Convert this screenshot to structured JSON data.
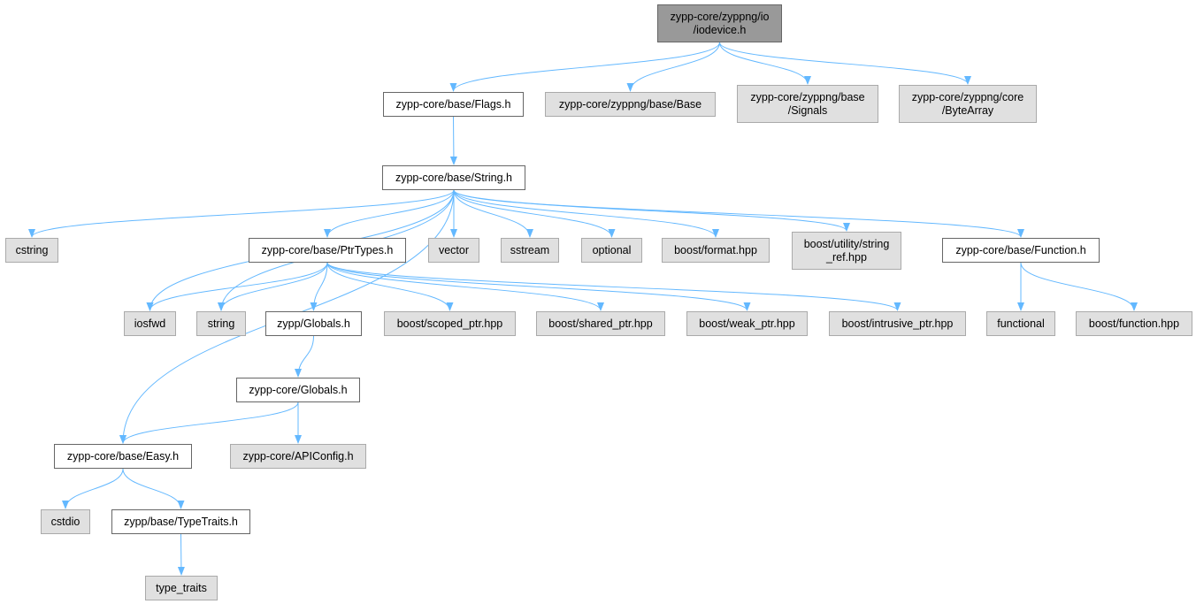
{
  "nodes": [
    {
      "id": "root",
      "label": "zypp-core/zyppng/io\n/iodevice.h",
      "kind": "root"
    },
    {
      "id": "flags",
      "label": "zypp-core/base/Flags.h",
      "kind": "local"
    },
    {
      "id": "base",
      "label": "zypp-core/zyppng/base/Base",
      "kind": "ext"
    },
    {
      "id": "signals",
      "label": "zypp-core/zyppng/base\n/Signals",
      "kind": "ext"
    },
    {
      "id": "bytearray",
      "label": "zypp-core/zyppng/core\n/ByteArray",
      "kind": "ext"
    },
    {
      "id": "string_h",
      "label": "zypp-core/base/String.h",
      "kind": "local"
    },
    {
      "id": "cstring",
      "label": "cstring",
      "kind": "ext"
    },
    {
      "id": "ptrtypes",
      "label": "zypp-core/base/PtrTypes.h",
      "kind": "local"
    },
    {
      "id": "vector",
      "label": "vector",
      "kind": "ext"
    },
    {
      "id": "sstream",
      "label": "sstream",
      "kind": "ext"
    },
    {
      "id": "optional",
      "label": "optional",
      "kind": "ext"
    },
    {
      "id": "boostformat",
      "label": "boost/format.hpp",
      "kind": "ext"
    },
    {
      "id": "stringref",
      "label": "boost/utility/string\n_ref.hpp",
      "kind": "ext"
    },
    {
      "id": "function_h",
      "label": "zypp-core/base/Function.h",
      "kind": "local"
    },
    {
      "id": "iosfwd",
      "label": "iosfwd",
      "kind": "ext"
    },
    {
      "id": "string",
      "label": "string",
      "kind": "ext"
    },
    {
      "id": "zyppglobals",
      "label": "zypp/Globals.h",
      "kind": "local"
    },
    {
      "id": "scopedptr",
      "label": "boost/scoped_ptr.hpp",
      "kind": "ext"
    },
    {
      "id": "sharedptr",
      "label": "boost/shared_ptr.hpp",
      "kind": "ext"
    },
    {
      "id": "weakptr",
      "label": "boost/weak_ptr.hpp",
      "kind": "ext"
    },
    {
      "id": "intrusiveptr",
      "label": "boost/intrusive_ptr.hpp",
      "kind": "ext"
    },
    {
      "id": "functional",
      "label": "functional",
      "kind": "ext"
    },
    {
      "id": "boostfunction",
      "label": "boost/function.hpp",
      "kind": "ext"
    },
    {
      "id": "coreglobals",
      "label": "zypp-core/Globals.h",
      "kind": "local"
    },
    {
      "id": "easy",
      "label": "zypp-core/base/Easy.h",
      "kind": "local"
    },
    {
      "id": "apiconfig",
      "label": "zypp-core/APIConfig.h",
      "kind": "ext"
    },
    {
      "id": "cstdio",
      "label": "cstdio",
      "kind": "ext"
    },
    {
      "id": "typetraits_h",
      "label": "zypp/base/TypeTraits.h",
      "kind": "local"
    },
    {
      "id": "type_traits",
      "label": "type_traits",
      "kind": "ext"
    }
  ],
  "edges": [
    [
      "root",
      "flags"
    ],
    [
      "root",
      "base"
    ],
    [
      "root",
      "signals"
    ],
    [
      "root",
      "bytearray"
    ],
    [
      "flags",
      "string_h"
    ],
    [
      "string_h",
      "cstring"
    ],
    [
      "string_h",
      "easy"
    ],
    [
      "string_h",
      "iosfwd"
    ],
    [
      "string_h",
      "string"
    ],
    [
      "string_h",
      "ptrtypes"
    ],
    [
      "string_h",
      "vector"
    ],
    [
      "string_h",
      "sstream"
    ],
    [
      "string_h",
      "optional"
    ],
    [
      "string_h",
      "boostformat"
    ],
    [
      "string_h",
      "stringref"
    ],
    [
      "string_h",
      "function_h"
    ],
    [
      "ptrtypes",
      "iosfwd"
    ],
    [
      "ptrtypes",
      "string"
    ],
    [
      "ptrtypes",
      "zyppglobals"
    ],
    [
      "ptrtypes",
      "scopedptr"
    ],
    [
      "ptrtypes",
      "sharedptr"
    ],
    [
      "ptrtypes",
      "weakptr"
    ],
    [
      "ptrtypes",
      "intrusiveptr"
    ],
    [
      "function_h",
      "functional"
    ],
    [
      "function_h",
      "boostfunction"
    ],
    [
      "zyppglobals",
      "coreglobals"
    ],
    [
      "coreglobals",
      "easy"
    ],
    [
      "coreglobals",
      "apiconfig"
    ],
    [
      "easy",
      "cstdio"
    ],
    [
      "easy",
      "typetraits_h"
    ],
    [
      "typetraits_h",
      "type_traits"
    ]
  ],
  "colors": {
    "edge": "#63b8ff",
    "root_fill": "#999999",
    "local_fill": "#ffffff",
    "ext_fill": "#e0e0e0"
  }
}
